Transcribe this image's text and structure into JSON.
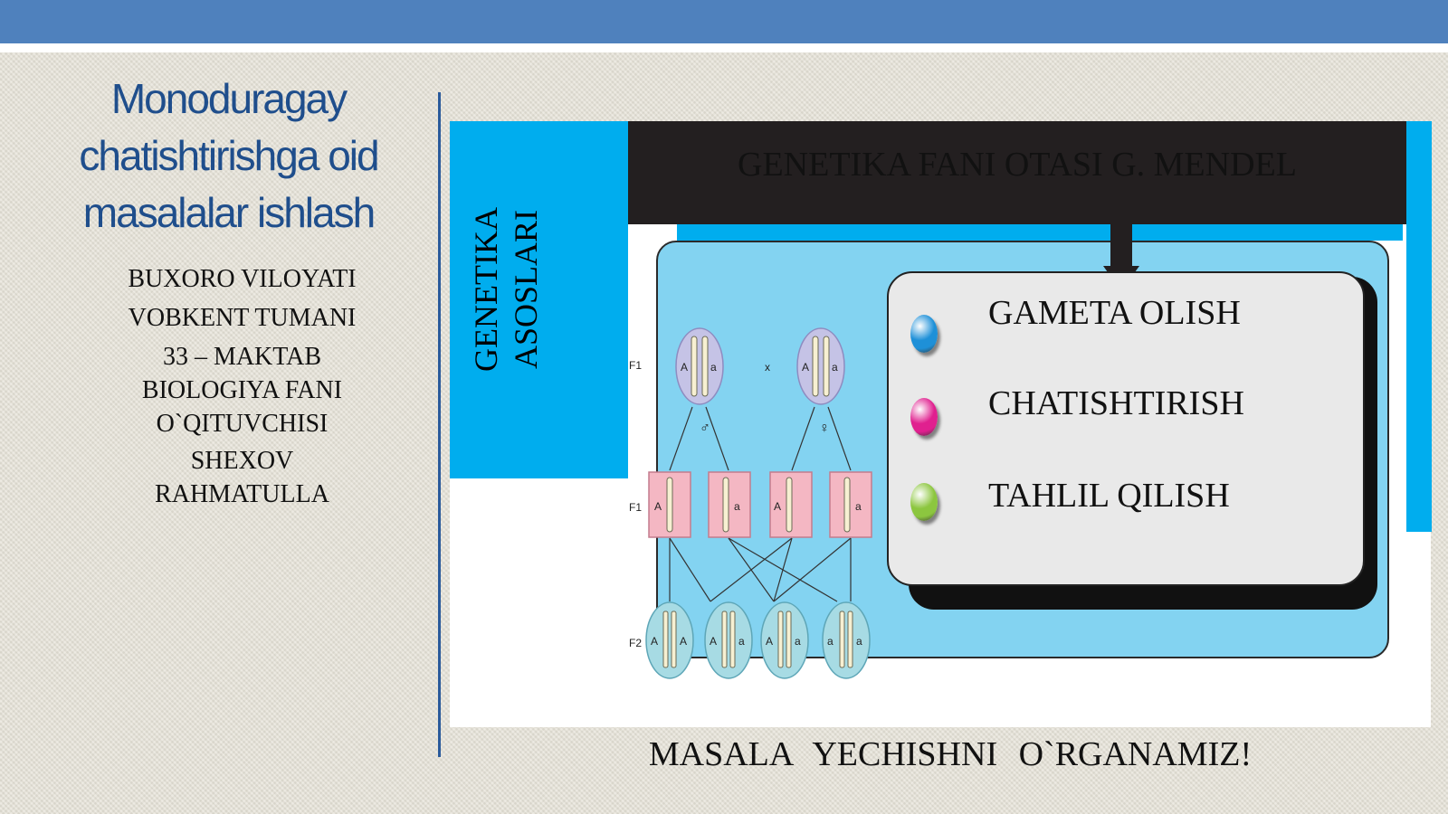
{
  "title": [
    "Monoduragay",
    "chatishtirishga oid",
    "masalalar ishlash"
  ],
  "author": {
    "line1": "BUXORO VILOYATI",
    "line2": "VOBKENT TUMANI",
    "line3": "33 – MAKTAB",
    "line4": "BIOLOGIYA FANI",
    "line5": "O`QITUVCHISI",
    "line6": "SHEXOV",
    "line7": "RAHMATULLA"
  },
  "diagram": {
    "side_label": [
      "GENETIKA",
      "ASOSLARI"
    ],
    "header": "GENETIKA FANI OTASI G. MENDEL",
    "items": [
      "GAMETA OLISH",
      "CHATISHTIRISH",
      "TAHLIL QILISH"
    ],
    "bullet_colors": [
      "#1e90d8",
      "#e0208f",
      "#8cc63f"
    ],
    "genetics": {
      "gen_labels": [
        "F1",
        "F1",
        "F2"
      ],
      "cross_sign": "x",
      "male_sign": "♂",
      "female_sign": "♀",
      "alleles": {
        "dominant": "A",
        "recessive": "a"
      }
    }
  },
  "bottom_text": "MASALA   YECHISHNI   O`RGANAMIZ!"
}
